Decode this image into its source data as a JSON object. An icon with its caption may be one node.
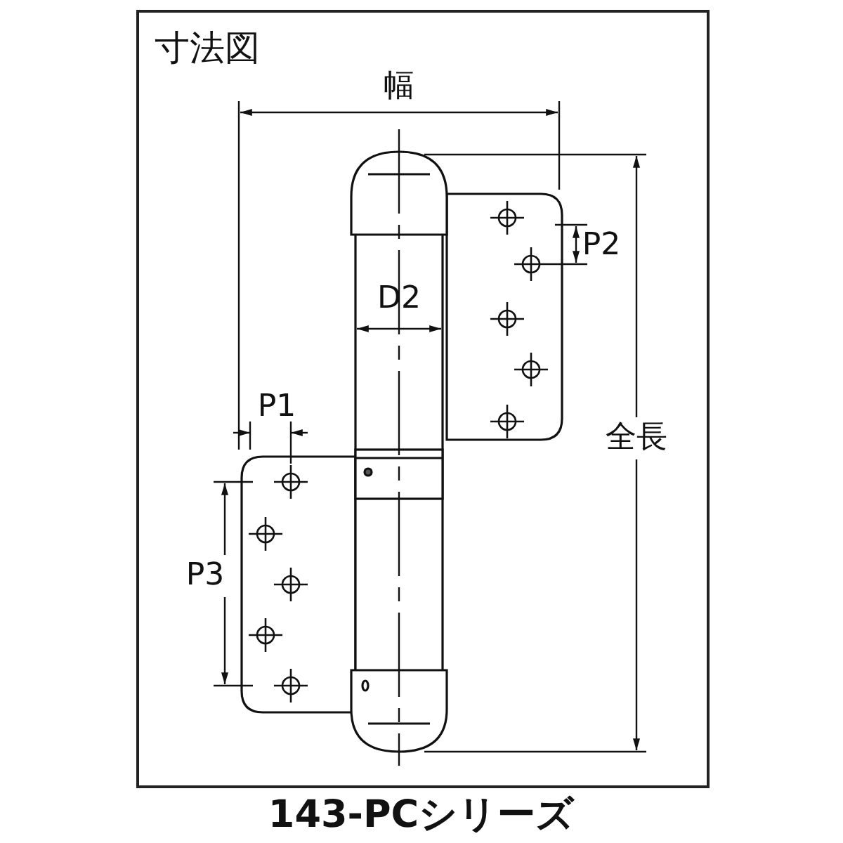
{
  "diagram": {
    "title": "寸法図",
    "labels": [
      "幅",
      "P2",
      "D2",
      "P1",
      "全長",
      "P3"
    ],
    "caption": "143-PCシリーズ"
  }
}
